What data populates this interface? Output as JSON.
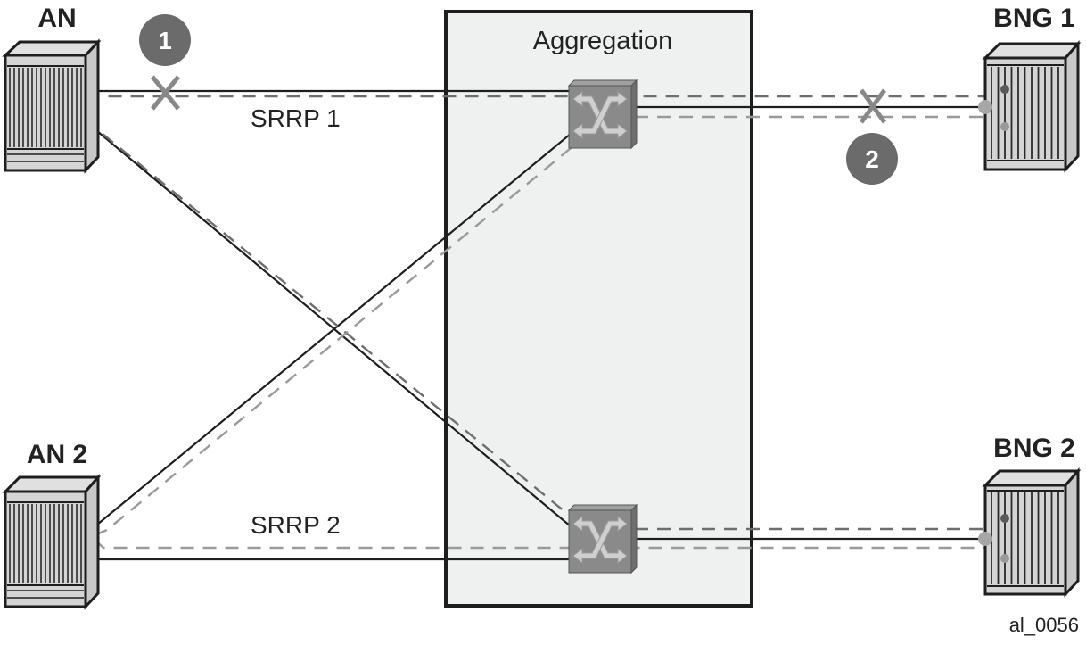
{
  "diagram": {
    "title": "SRRP failure scenarios",
    "figure_id": "al_0056",
    "group": {
      "label": "Aggregation"
    },
    "nodes": {
      "an1": {
        "label": "AN",
        "type": "access-node"
      },
      "an2": {
        "label": "AN 2",
        "type": "access-node"
      },
      "bng1": {
        "label": "BNG 1",
        "type": "broadband-network-gateway"
      },
      "bng2": {
        "label": "BNG 2",
        "type": "broadband-network-gateway"
      },
      "sw1": {
        "label": "",
        "type": "aggregation-switch"
      },
      "sw2": {
        "label": "",
        "type": "aggregation-switch"
      }
    },
    "links": [
      {
        "from": "AN",
        "to": "Aggregation switch 1",
        "style": "solid",
        "failed": true
      },
      {
        "from": "AN",
        "to": "Aggregation switch 2",
        "style": "solid"
      },
      {
        "from": "AN 2",
        "to": "Aggregation switch 1",
        "style": "solid"
      },
      {
        "from": "AN 2",
        "to": "Aggregation switch 2",
        "style": "solid"
      },
      {
        "from": "Aggregation switch 1",
        "to": "BNG 1",
        "style": "solid",
        "failed": true
      },
      {
        "from": "Aggregation switch 2",
        "to": "BNG 2",
        "style": "solid"
      }
    ],
    "srrp_paths": [
      {
        "label": "SRRP 1",
        "style": "dashed",
        "color": "#6e6e6e"
      },
      {
        "label": "SRRP 2",
        "style": "dashed",
        "color": "#9a9a9a"
      }
    ],
    "failure_markers": [
      {
        "number": "1",
        "location": "AN to Aggregation link"
      },
      {
        "number": "2",
        "location": "Aggregation to BNG 1 link"
      }
    ],
    "colors": {
      "aggregation_fill": "#eff1f1",
      "device_fill": "#d2d2d2",
      "switch_fill": "#8a8a8a",
      "badge_fill": "#6b6b6b",
      "failure_x": "#888888"
    }
  }
}
